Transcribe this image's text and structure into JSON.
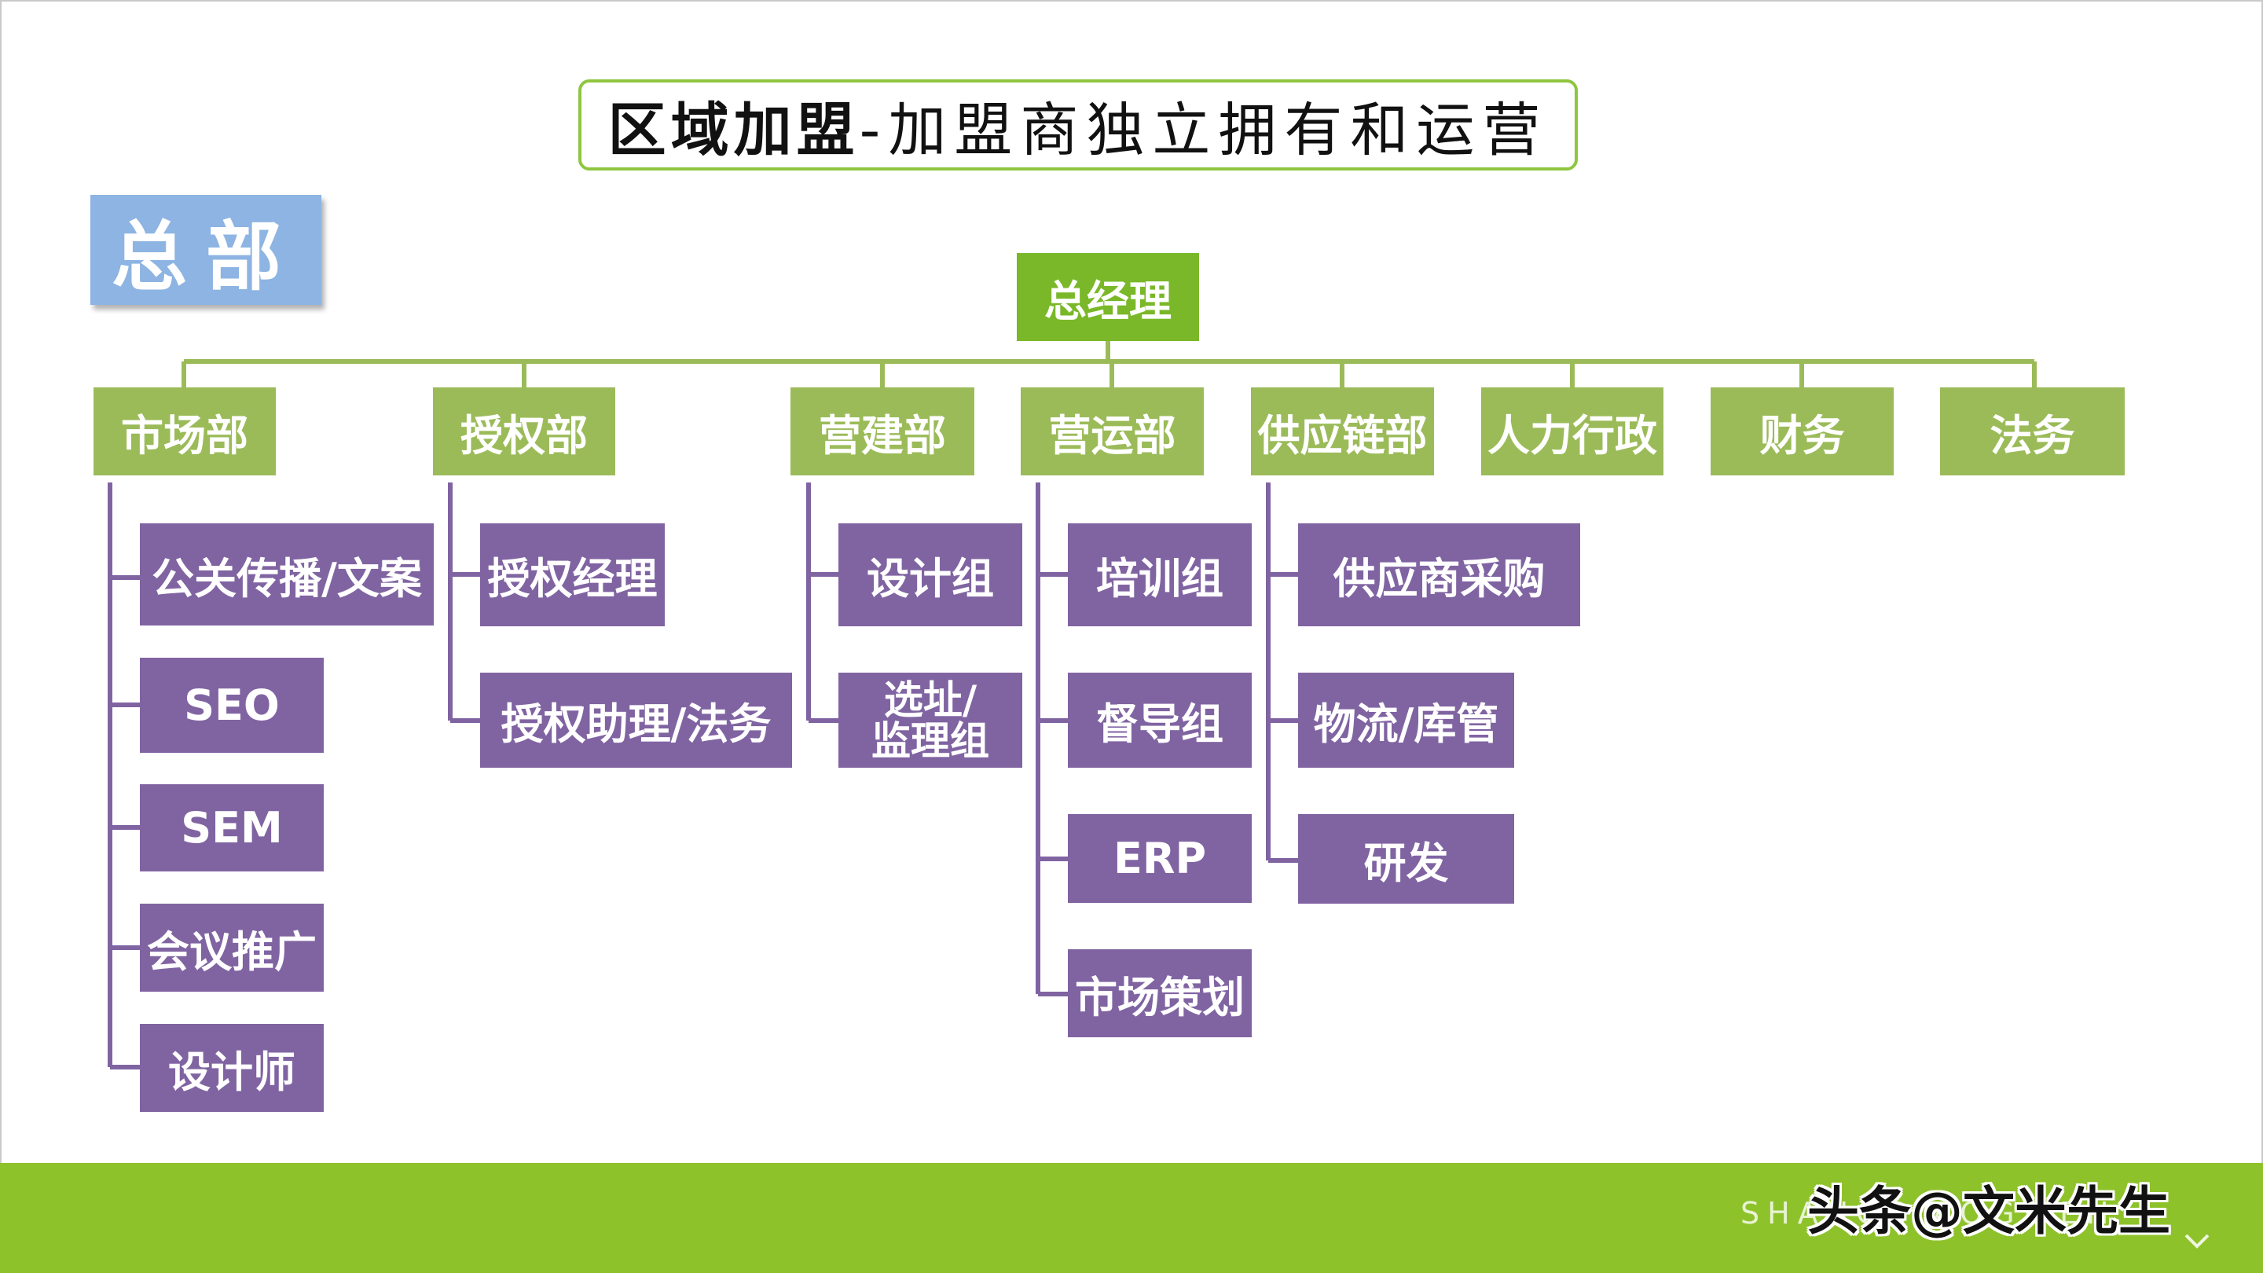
{
  "title": {
    "bold": "区域加盟",
    "normal": "-加盟商独立拥有和运营"
  },
  "hq_label": "总部",
  "ceo": "总经理",
  "departments": {
    "market": "市场部",
    "auth": "授权部",
    "build": "营建部",
    "ops": "营运部",
    "supply": "供应链部",
    "hr": "人力行政",
    "finance": "财务",
    "legal": "法务"
  },
  "market_items": [
    "公关传播/文案",
    "SEO",
    "SEM",
    "会议推广",
    "设计师"
  ],
  "auth_items": [
    "授权经理",
    "授权助理/法务"
  ],
  "build_items": [
    "设计组",
    "选址/",
    "监理组"
  ],
  "ops_items": [
    "培训组",
    "督导组",
    "ERP",
    "市场策划"
  ],
  "supply_items": [
    "供应商采购",
    "物流/库管",
    "研发"
  ],
  "footer": {
    "bg_text": "SHANGBIAOGWEN",
    "watermark": "头条@文米先生"
  },
  "colors": {
    "green_box": "#9bbb59",
    "purple_box": "#8064a2",
    "hq_blue": "#8db4e2",
    "footer_green": "#8ec22b"
  }
}
